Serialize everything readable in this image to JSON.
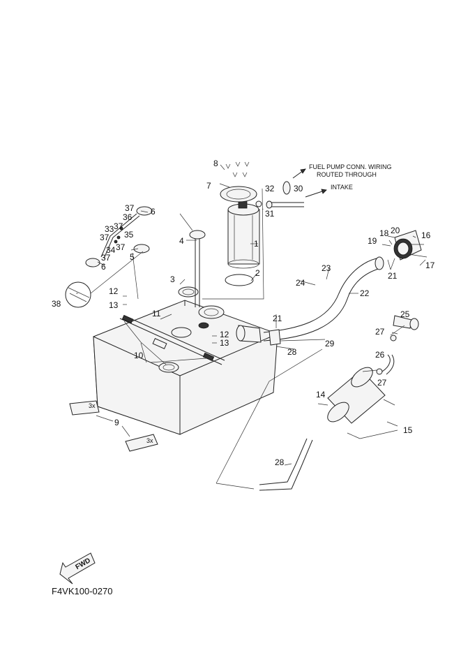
{
  "diagram_code": "F4VK100-0270",
  "notes": {
    "fuel_pump_wiring_line1": "FUEL PUMP CONN. WIRING",
    "fuel_pump_wiring_line2": "ROUTED THROUGH",
    "intake": "INTAKE"
  },
  "fwd_label": "FWD",
  "pad_label": "3x",
  "callouts": {
    "c1": "1",
    "c2": "2",
    "c3": "3",
    "c4": "4",
    "c5": "5",
    "c6a": "6",
    "c6b": "6",
    "c7": "7",
    "c8": "8",
    "c9": "9",
    "c10": "10",
    "c11": "11",
    "c12a": "12",
    "c12b": "12",
    "c13a": "13",
    "c13b": "13",
    "c14": "14",
    "c15": "15",
    "c16": "16",
    "c17": "17",
    "c18": "18",
    "c19": "19",
    "c20": "20",
    "c21a": "21",
    "c21b": "21",
    "c22": "22",
    "c23": "23",
    "c24": "24",
    "c25": "25",
    "c26": "26",
    "c27a": "27",
    "c27b": "27",
    "c28a": "28",
    "c28b": "28",
    "c29": "29",
    "c30": "30",
    "c31": "31",
    "c32": "32",
    "c33": "33",
    "c34": "34",
    "c35": "35",
    "c36": "36",
    "c37a": "37",
    "c37b": "37",
    "c37c": "37",
    "c37d": "37",
    "c37e": "37",
    "c38": "38"
  }
}
